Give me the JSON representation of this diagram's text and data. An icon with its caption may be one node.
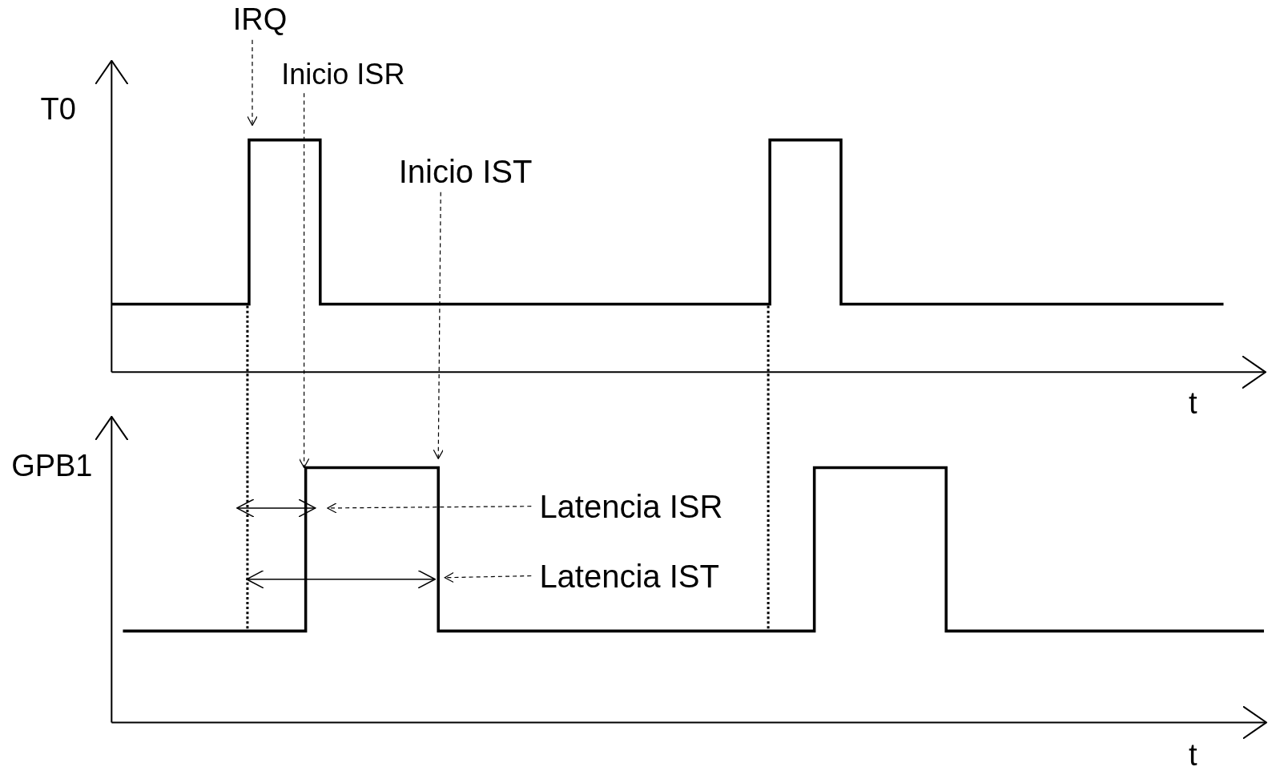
{
  "diagram": {
    "nodes": [
      {
        "text": [
          "IRQ"
        ]
      },
      {
        "text": [
          "Inicio ISR"
        ]
      },
      {
        "text": [
          "Inicio IST"
        ]
      },
      {
        "text": [
          "Latencia ISR"
        ]
      },
      {
        "text": [
          "Latencia IST"
        ]
      }
    ],
    "edges": [
      {
        "from": 0,
        "to": null,
        "arrow": "to",
        "style": "dashed"
      },
      {
        "from": 1,
        "to": null,
        "arrow": "to",
        "style": "dashed"
      },
      {
        "from": 2,
        "to": null,
        "arrow": "to",
        "style": "dashed"
      },
      {
        "from": 3,
        "to": null,
        "arrow": "to",
        "style": "dashed"
      },
      {
        "from": 4,
        "to": null,
        "arrow": "to",
        "style": "dashed"
      }
    ],
    "labels": [
      "T0",
      "t",
      "GPB1",
      "t"
    ]
  }
}
